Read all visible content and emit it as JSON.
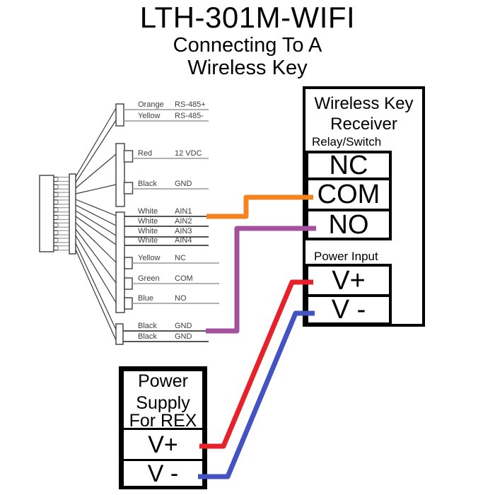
{
  "title": {
    "line1": "LTH-301M-WIFI",
    "line2": "Connecting To A",
    "line3": "Wireless Key"
  },
  "connector_rows": [
    {
      "color_label": "Orange",
      "signal": "RS-485+"
    },
    {
      "color_label": "Yellow",
      "signal": "RS-485-"
    },
    {
      "color_label": "Red",
      "signal": "12 VDC"
    },
    {
      "color_label": "Black",
      "signal": "GND"
    },
    {
      "color_label": "White",
      "signal": "AIN1"
    },
    {
      "color_label": "White",
      "signal": "AIN2"
    },
    {
      "color_label": "White",
      "signal": "AIN3"
    },
    {
      "color_label": "White",
      "signal": "AIN4"
    },
    {
      "color_label": "Yellow",
      "signal": "NC"
    },
    {
      "color_label": "Green",
      "signal": "COM"
    },
    {
      "color_label": "Blue",
      "signal": "NO"
    },
    {
      "color_label": "Black",
      "signal": "GND"
    },
    {
      "color_label": "Black",
      "signal": "GND"
    }
  ],
  "receiver": {
    "title_line1": "Wireless Key",
    "title_line2": "Receiver",
    "relay_section_label": "Relay/Switch",
    "terminal_nc": "NC",
    "terminal_com": "COM",
    "terminal_no": "NO",
    "power_section_label": "Power Input",
    "terminal_vplus": "V+",
    "terminal_vminus": "V -"
  },
  "power_supply": {
    "title_line1": "Power",
    "title_line2": "Supply",
    "title_line3": "For REX",
    "terminal_vplus": "V+",
    "terminal_vminus": "V -"
  },
  "wires": {
    "orange": {
      "color": "#F5831F",
      "from": "White AIN1",
      "to": "COM"
    },
    "purple": {
      "color": "#A4519E",
      "from": "Black GND",
      "to": "NO"
    },
    "red": {
      "color": "#E62129",
      "from": "Power Supply V+",
      "to": "Receiver V+"
    },
    "blue": {
      "color": "#4353C4",
      "from": "Power Supply V-",
      "to": "Receiver V-"
    }
  }
}
